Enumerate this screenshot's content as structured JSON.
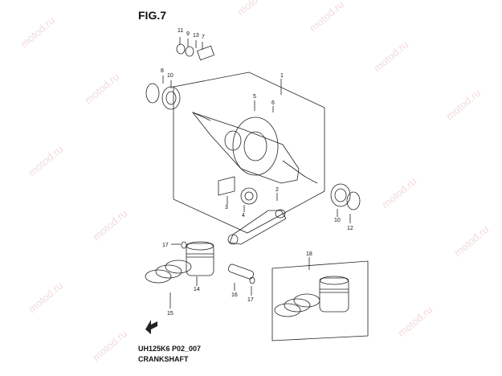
{
  "figure": {
    "title": "FIG.7",
    "code": "UH125K6 P02_007",
    "name": "CRANKSHAFT"
  },
  "watermark": "motod.ru",
  "callouts": [
    "1",
    "2",
    "3",
    "4",
    "5",
    "6",
    "7",
    "8",
    "9",
    "10",
    "11",
    "12",
    "13",
    "14",
    "15",
    "16",
    "17",
    "18"
  ],
  "colors": {
    "line": "#222222",
    "watermark": "#e9bcbc"
  },
  "icons": {
    "arrow": "front-arrow-icon"
  }
}
